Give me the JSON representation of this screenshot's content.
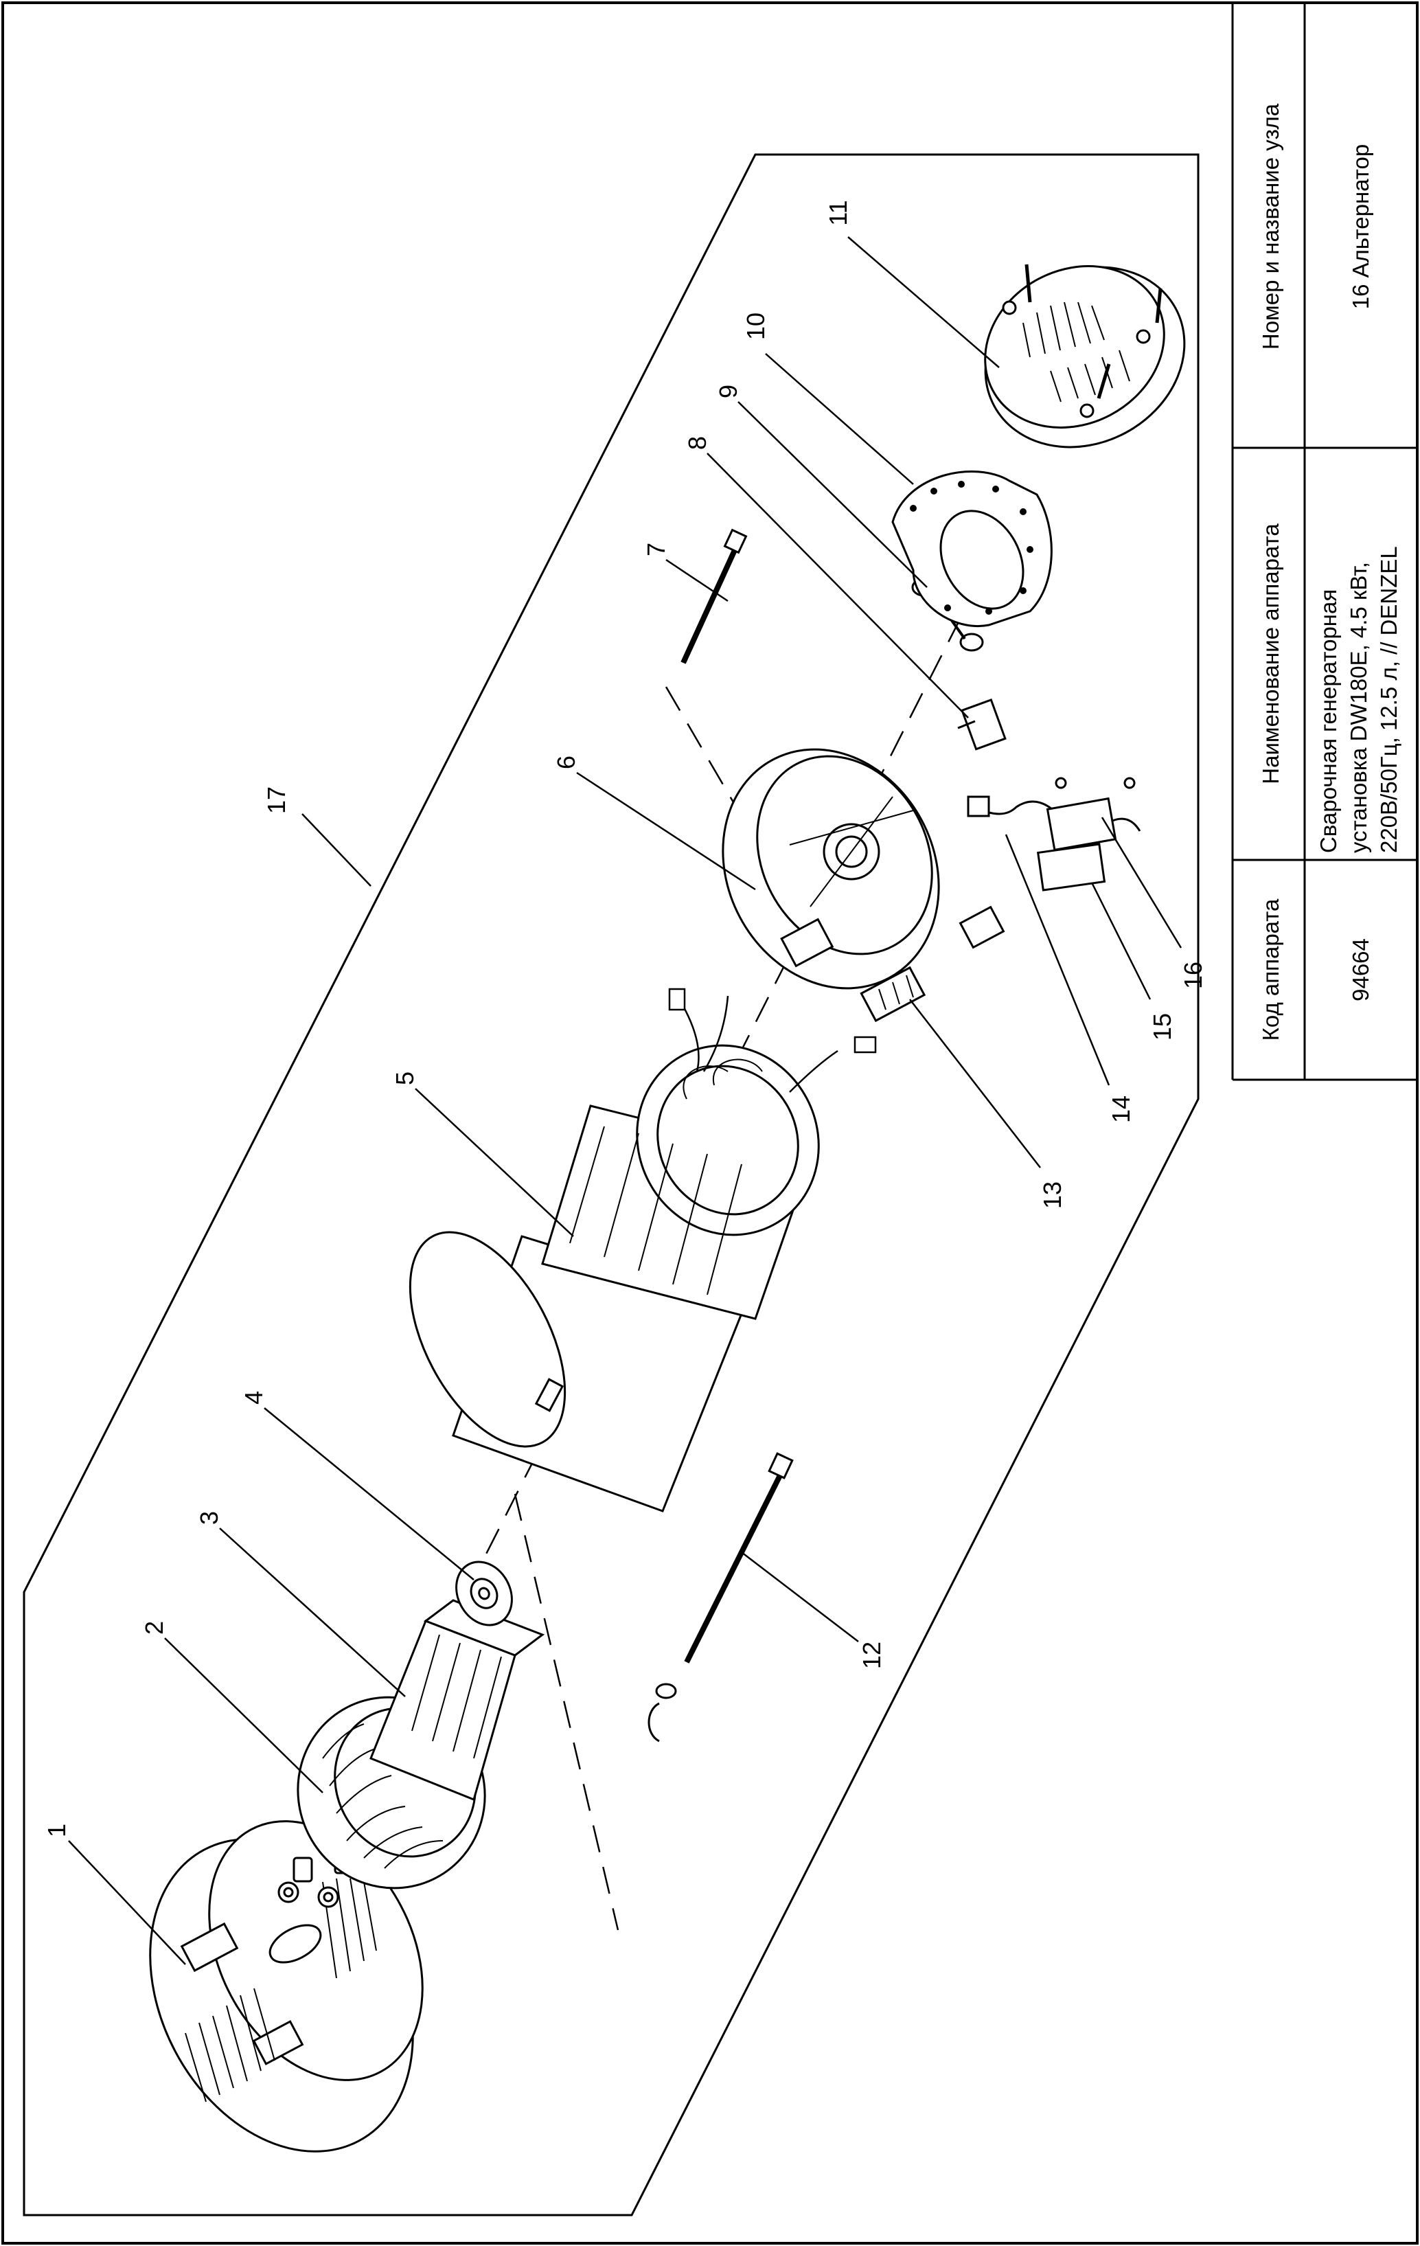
{
  "title_block": {
    "code_header": "Код аппарата",
    "name_header": "Наименование аппарата",
    "node_header": "Номер и название узла",
    "code_value": "94664",
    "name_line1": "Сварочная генераторная",
    "name_line2": "установка DW180E, 4.5 кВт,",
    "name_line3": "220В/50Гц, 12.5 л, // DENZEL",
    "node_value": "16 Альтернатор"
  },
  "callouts": [
    "1",
    "2",
    "3",
    "4",
    "5",
    "6",
    "7",
    "8",
    "9",
    "10",
    "11",
    "12",
    "13",
    "14",
    "15",
    "16",
    "17"
  ]
}
